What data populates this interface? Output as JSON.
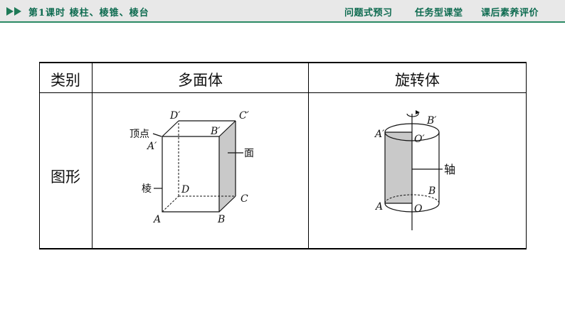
{
  "header": {
    "lesson_title": "第1课时  棱柱、棱锥、棱台",
    "nav": [
      "问题式预习",
      "任务型课堂",
      "课后素养评价"
    ],
    "colors": {
      "accent": "#0e6b50",
      "bar": "#e8e8e8",
      "shade": "#c9c9c9"
    }
  },
  "table": {
    "col_category": "类别",
    "col_polyhedron": "多面体",
    "col_rotation": "旋转体",
    "row_label": "图形"
  },
  "polyhedron_figure": {
    "labels": {
      "D1": "D′",
      "C1": "C′",
      "A1": "A′",
      "B1": "B′",
      "D": "D",
      "C": "C",
      "A": "A",
      "B": "B",
      "vertex": "顶点",
      "face": "面",
      "edge": "棱"
    }
  },
  "rotation_figure": {
    "labels": {
      "A1": "A′",
      "B1": "B′",
      "O1": "O′",
      "A": "A",
      "B": "B",
      "O": "O",
      "axis": "轴"
    }
  }
}
